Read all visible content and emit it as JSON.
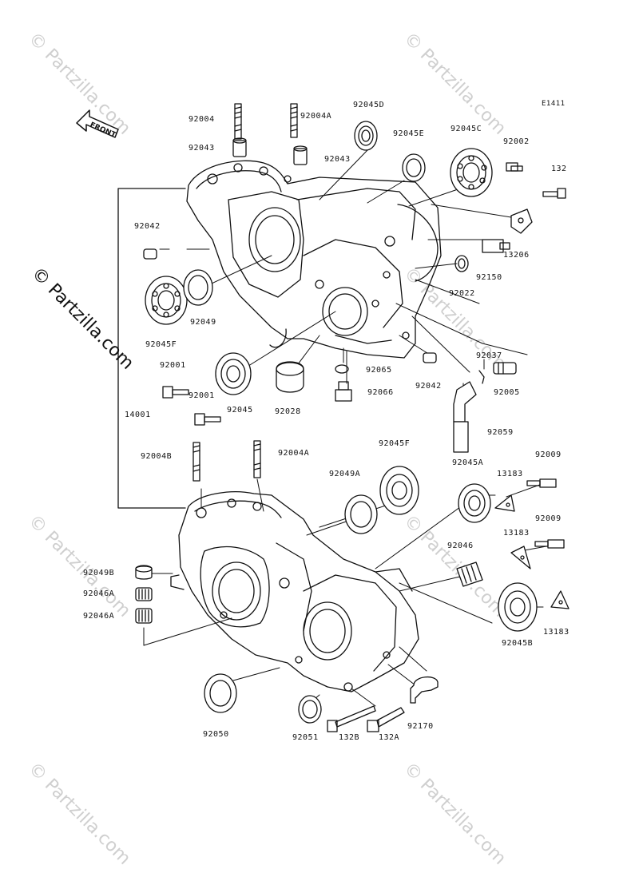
{
  "diagram": {
    "code": "E1411",
    "front_label": "FRONT",
    "watermark": "© Partzilla.com",
    "parts": {
      "p92004": "92004",
      "p92004A_top": "92004A",
      "p92045D": "92045D",
      "p92043_left": "92043",
      "p92043_right": "92043",
      "p92045E": "92045E",
      "p92045C": "92045C",
      "p92002": "92002",
      "p132": "132",
      "p92042_left": "92042",
      "p13206": "13206",
      "p92150": "92150",
      "p92022": "92022",
      "p92049": "92049",
      "p92045F_top": "92045F",
      "p92001_a": "92001",
      "p92001_b": "92001",
      "p92045": "92045",
      "p92028": "92028",
      "p92065": "92065",
      "p92066": "92066",
      "p92042_right": "92042",
      "p92037": "92037",
      "p92005": "92005",
      "p14001": "14001",
      "p92059": "92059",
      "p92004B": "92004B",
      "p92004A_bot": "92004A",
      "p92045F_bot": "92045F",
      "p92049A": "92049A",
      "p92045A": "92045A",
      "p92009_a": "92009",
      "p13183_a": "13183",
      "p92009_b": "92009",
      "p13183_b": "13183",
      "p92046": "92046",
      "p92049B": "92049B",
      "p92046A_a": "92046A",
      "p92046A_b": "92046A",
      "p92045B": "92045B",
      "p13183_c": "13183",
      "p92050": "92050",
      "p92051": "92051",
      "p132B": "132B",
      "p132A": "132A",
      "p92170": "92170"
    }
  }
}
